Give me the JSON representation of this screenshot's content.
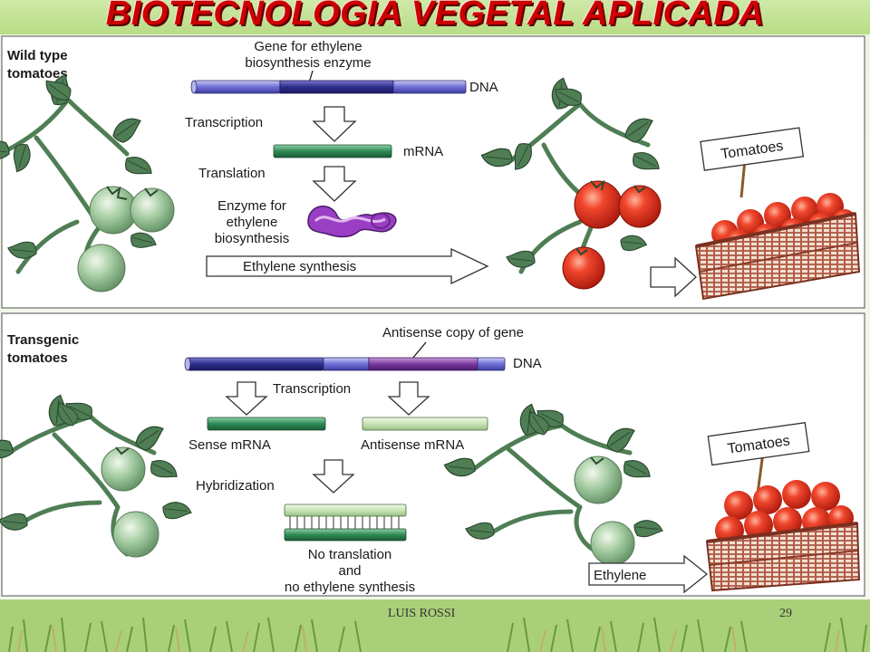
{
  "slide": {
    "title": "BIOTECNOLOGIA VEGETAL APLICADA",
    "footer_author": "LUIS ROSSI",
    "page_number": "29"
  },
  "panel_top": {
    "group_label_line1": "Wild type",
    "group_label_line2": "tomatoes",
    "gene_label_line1": "Gene for ethylene",
    "gene_label_line2": "biosynthesis enzyme",
    "dna_label": "DNA",
    "transcription_label": "Transcription",
    "mrna_label": "mRNA",
    "translation_label": "Translation",
    "enzyme_label_line1": "Enzyme for",
    "enzyme_label_line2": "ethylene",
    "enzyme_label_line3": "biosynthesis",
    "synthesis_arrow_label": "Ethylene synthesis",
    "sign_label": "Tomatoes"
  },
  "panel_bottom": {
    "group_label_line1": "Transgenic",
    "group_label_line2": "tomatoes",
    "antisense_gene_label": "Antisense copy of gene",
    "dna_label": "DNA",
    "transcription_label": "Transcription",
    "sense_mrna_label": "Sense mRNA",
    "antisense_mrna_label": "Antisense mRNA",
    "hybridization_label": "Hybridization",
    "result_line1": "No translation",
    "result_line2": "and",
    "result_line3": "no ethylene synthesis",
    "ethylene_arrow_label": "Ethylene",
    "sign_label": "Tomatoes"
  },
  "colors": {
    "title_red": "#cc0000",
    "dna_blue": "#6f6fd6",
    "dna_dark": "#2c2c8c",
    "mrna_green": "#2f8a55",
    "antisense_green": "#c8e4b4",
    "enzyme_purple": "#9a3fc4",
    "ripe_red": "#e2321e",
    "unripe_green": "#8ab88a",
    "leaf_green": "#4f7e55"
  }
}
